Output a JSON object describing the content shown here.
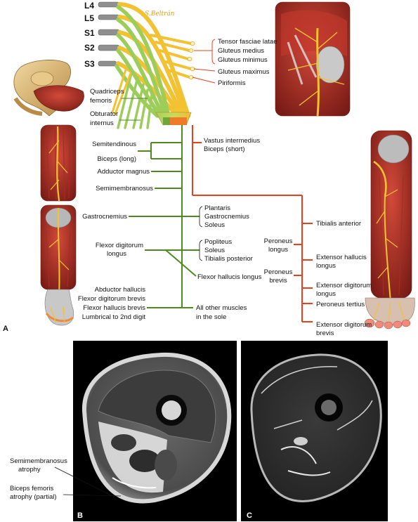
{
  "colors": {
    "tibial_branch": "#4f8a1e",
    "peroneal_branch": "#e8401e",
    "nerve_yellow": "#f2c232",
    "nerve_green": "#9ccd5a",
    "root_gray": "#8f8f8f"
  },
  "signature": "S.Beltrán",
  "roots": [
    "L4",
    "L5",
    "S1",
    "S2",
    "S3"
  ],
  "panels": {
    "a": "A",
    "b": "B",
    "c": "C"
  },
  "pelvic": {
    "tensor_fasciae_latae": "Tensor fasciae latae",
    "gluteus_medius": "Gluteus medius",
    "gluteus_minimus": "Gluteus minimus",
    "gluteus_maximus": "Gluteus maximus",
    "piriformis": "Piriformis",
    "quadriceps_femoris": [
      "Quadriceps",
      "femoris"
    ],
    "obturator_internus": [
      "Obturator",
      "internus"
    ]
  },
  "tibial": {
    "semitendinous": "Semitendinous",
    "biceps_long": "Biceps (long)",
    "adductor_magnus": "Adductor magnus",
    "semimembranosus": "Semimembranosus",
    "gastrocnemius": "Gastrocnemius",
    "group_plantaris": [
      "Plantaris",
      "Gastrocnemius",
      "Soleus"
    ],
    "flexor_digitorum_longus": [
      "Flexor digitorum",
      "longus"
    ],
    "group_popliteus": [
      "Popliteus",
      "Soleus",
      "Tibialis posterior"
    ],
    "flexor_hallucis_longus": "Flexor hallucis longus",
    "sole_group": [
      "Abductor hallucis",
      "Flexor digitorum brevis",
      "Flexor hallucis brevis",
      "Lumbrical to 2nd digit"
    ],
    "all_other": [
      "All other muscles",
      "in the sole"
    ]
  },
  "peroneal": {
    "vastus_biceps_short": [
      "Vastus intermedius",
      "Biceps (short)"
    ],
    "tibialis_anterior": "Tibialis anterior",
    "peroneus_longus": [
      "Peroneus",
      "longus"
    ],
    "peroneus_brevis": [
      "Peroneus",
      "brevis"
    ],
    "extensor_hallucis_longus": [
      "Extensor hallucis",
      "longus"
    ],
    "extensor_digitorum_longus": [
      "Extensor digitorum",
      "longus"
    ],
    "peroneus_tertius": "Peroneus tertius",
    "extensor_digitorum_brevis": [
      "Extensor digitorum",
      "brevis"
    ]
  },
  "mri": {
    "semimembranosus_atrophy": [
      "Semimembranosus",
      "atrophy"
    ],
    "biceps_atrophy": [
      "Biceps femoris",
      "atrophy (partial)"
    ]
  }
}
